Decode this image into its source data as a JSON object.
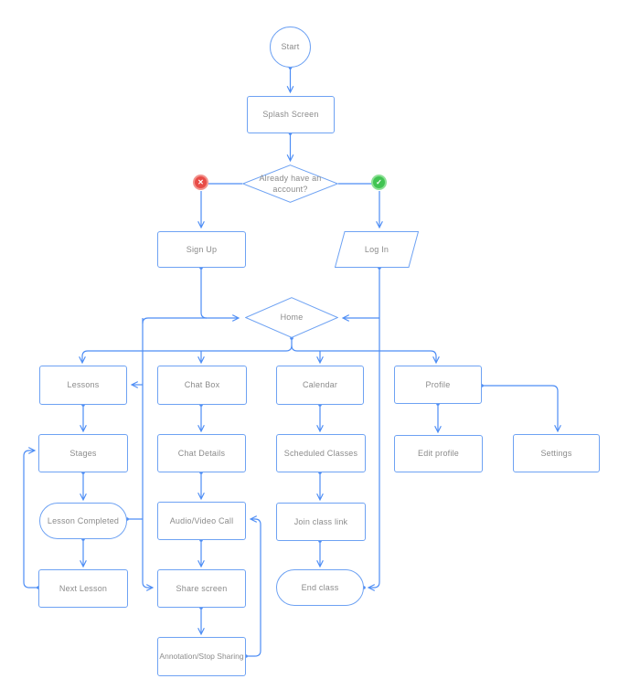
{
  "diagram": {
    "title": "app-navigation-flowchart",
    "nodes": {
      "start": "Start",
      "splash_screen": "Splash Screen",
      "account_decision": "Already have an account?",
      "sign_up": "Sign Up",
      "log_in": "Log In",
      "home": "Home",
      "lessons": "Lessons",
      "chat_box": "Chat Box",
      "calendar": "Calendar",
      "profile": "Profile",
      "stages": "Stages",
      "chat_details": "Chat Details",
      "scheduled_classes": "Scheduled Classes",
      "edit_profile": "Edit profile",
      "settings": "Settings",
      "lesson_completed": "Lesson Completed",
      "audio_video_call": "Audio/Video Call",
      "join_class_link": "Join class link",
      "next_lesson": "Next Lesson",
      "share_screen": "Share screen",
      "end_class": "End class",
      "annotation_stop_sharing": "Annotation/Stop Sharing"
    },
    "decision_icons": {
      "no": "✕",
      "yes": "✓"
    },
    "colors": {
      "connector": "#4d8df5",
      "node_border": "#6ea2f3",
      "node_fill": "#ffffff",
      "label_text": "#8b8b8b",
      "no_badge": "#e84c47",
      "no_badge_ring": "#f2938d",
      "yes_badge": "#41c452",
      "yes_badge_ring": "#8ce095",
      "background": "#ffffff"
    }
  }
}
